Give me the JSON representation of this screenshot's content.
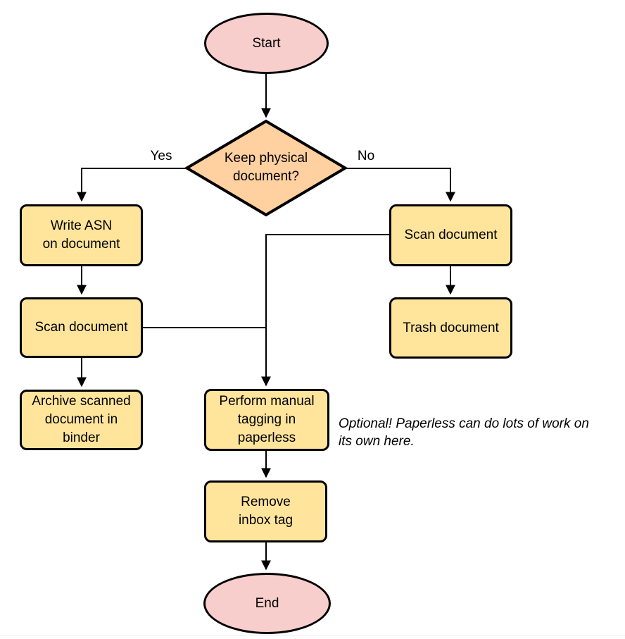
{
  "colors": {
    "terminator_fill": "#f8cecc",
    "decision_fill": "#ffd0a0",
    "process_fill": "#ffe49c",
    "stroke": "#000000"
  },
  "nodes": {
    "start": {
      "type": "terminator",
      "label": "Start"
    },
    "decision": {
      "type": "decision",
      "label": "Keep physical\ndocument?"
    },
    "write_asn": {
      "type": "process",
      "label": "Write ASN\non document"
    },
    "scan_left": {
      "type": "process",
      "label": "Scan document"
    },
    "archive": {
      "type": "process",
      "label": "Archive scanned\ndocument in\nbinder"
    },
    "scan_right": {
      "type": "process",
      "label": "Scan document"
    },
    "trash": {
      "type": "process",
      "label": "Trash document"
    },
    "tagging": {
      "type": "process",
      "label": "Perform manual\ntagging in\npaperless"
    },
    "remove_inbox": {
      "type": "process",
      "label": "Remove\ninbox tag"
    },
    "end": {
      "type": "terminator",
      "label": "End"
    }
  },
  "edge_labels": {
    "yes": "Yes",
    "no": "No"
  },
  "annotation": {
    "text": "Optional! Paperless can do lots of work on\nits own here."
  }
}
